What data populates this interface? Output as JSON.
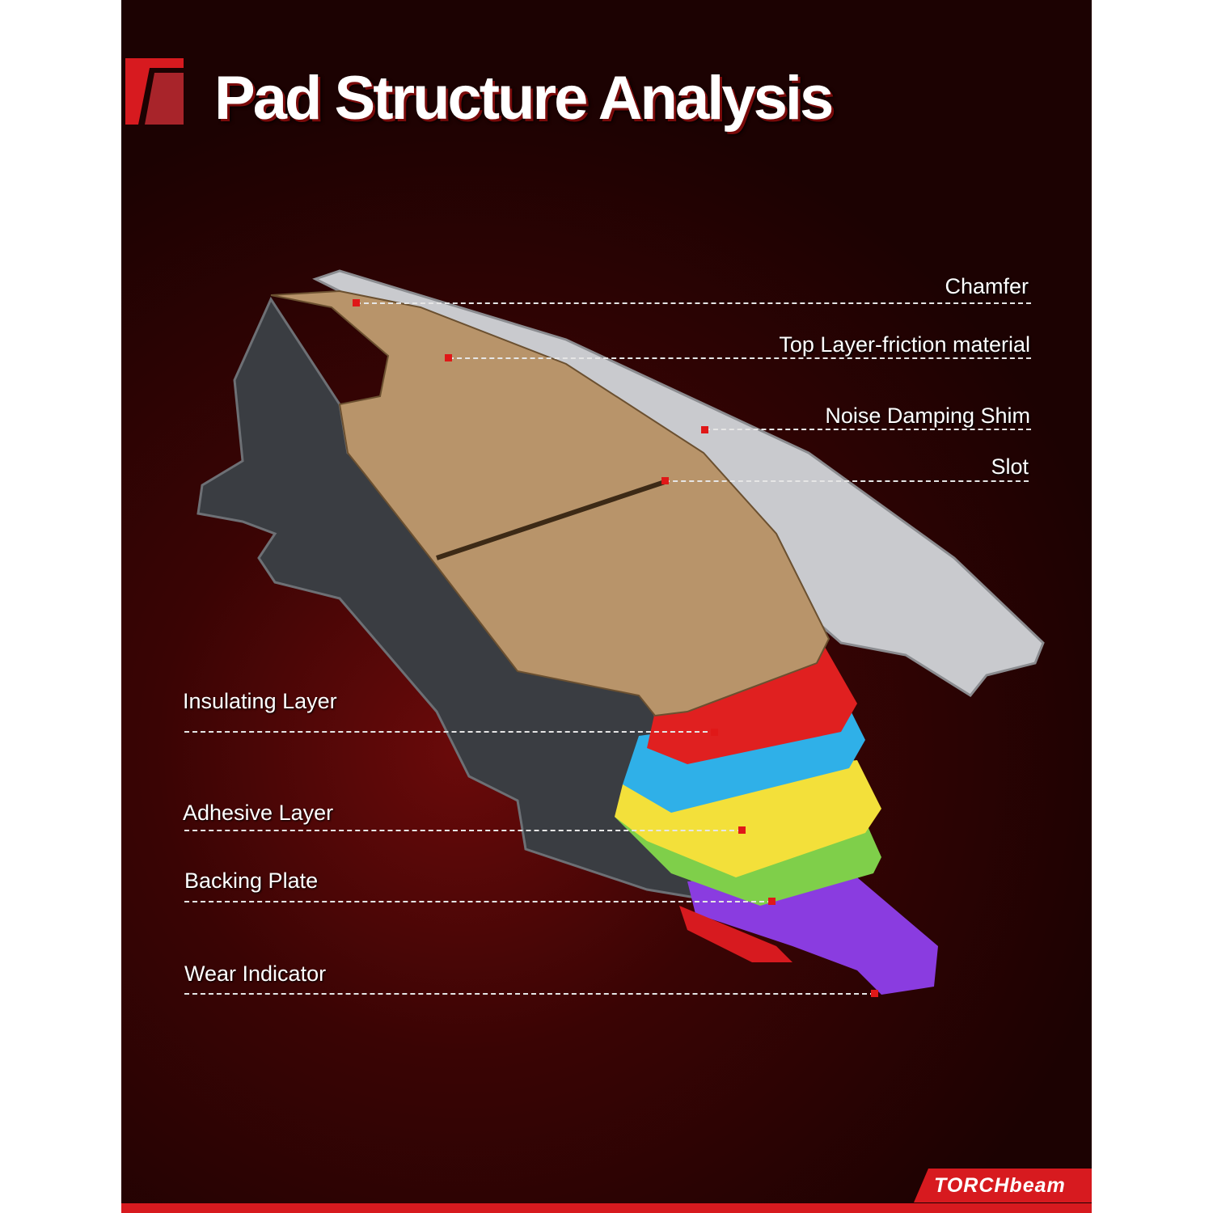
{
  "title": "Pad Structure Analysis",
  "brand": "TORCHbeam",
  "labels": {
    "chamfer": "Chamfer",
    "top_layer": "Top Layer-friction material",
    "shim": "Noise Damping Shim",
    "slot": "Slot",
    "insulating": "Insulating Layer",
    "adhesive": "Adhesive Layer",
    "backing": "Backing Plate",
    "wear": "Wear Indicator"
  },
  "colors": {
    "accent": "#d71a1f",
    "friction": "#b8946a",
    "shim": "#c8c8cc",
    "backing": "#3a3d42",
    "insulating": "#e02020",
    "adhesive": "#2fb0e8",
    "yellow": "#f3e03a",
    "green": "#7fcf4a",
    "wear": "#8a3ce0"
  }
}
